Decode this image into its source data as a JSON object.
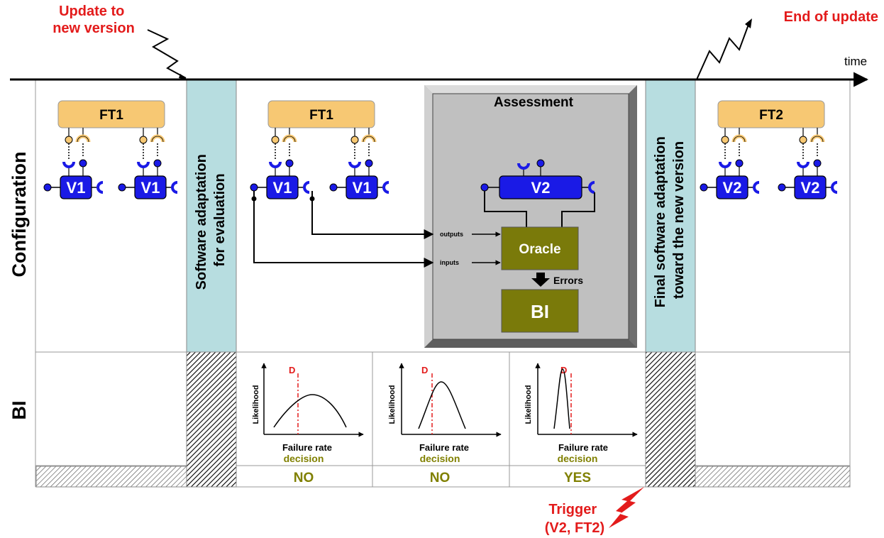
{
  "annotations": {
    "update_start_line1": "Update to",
    "update_start_line2": "new version",
    "update_end": "End of update",
    "time": "time",
    "trigger_line1": "Trigger",
    "trigger_line2": "(V2, FT2)"
  },
  "rows": {
    "configuration": "Configuration",
    "bi": "BI"
  },
  "phases": {
    "adaptation_eval_line1": "Software adaptation",
    "adaptation_eval_line2": "for evaluation",
    "adaptation_final_line1": "Final software adaptation",
    "adaptation_final_line2": "toward the new version"
  },
  "components": {
    "ft_old": "FT1",
    "ft_new": "FT2",
    "v_old": "V1",
    "v_new": "V2"
  },
  "assessment": {
    "title": "Assessment",
    "oracle": "Oracle",
    "outputs": "outputs",
    "inputs": "inputs",
    "errors": "Errors",
    "bi": "BI"
  },
  "bi_charts": [
    {
      "threshold": "D",
      "ylabel": "Likelihood",
      "xlabel": "Failure rate",
      "decision_label": "decision",
      "decision": "NO"
    },
    {
      "threshold": "D",
      "ylabel": "Likelihood",
      "xlabel": "Failure rate",
      "decision_label": "decision",
      "decision": "NO"
    },
    {
      "threshold": "D",
      "ylabel": "Likelihood",
      "xlabel": "Failure rate",
      "decision_label": "decision",
      "decision": "YES"
    }
  ],
  "colors": {
    "red": "#e31b1b",
    "olive": "#808000",
    "oracle": "#7a7a0a",
    "version_blue": "#1a1ae6",
    "ft_orange": "#f7c873",
    "adaptation_teal": "#b7dde0",
    "assessment_gray": "#c0c0c0"
  }
}
